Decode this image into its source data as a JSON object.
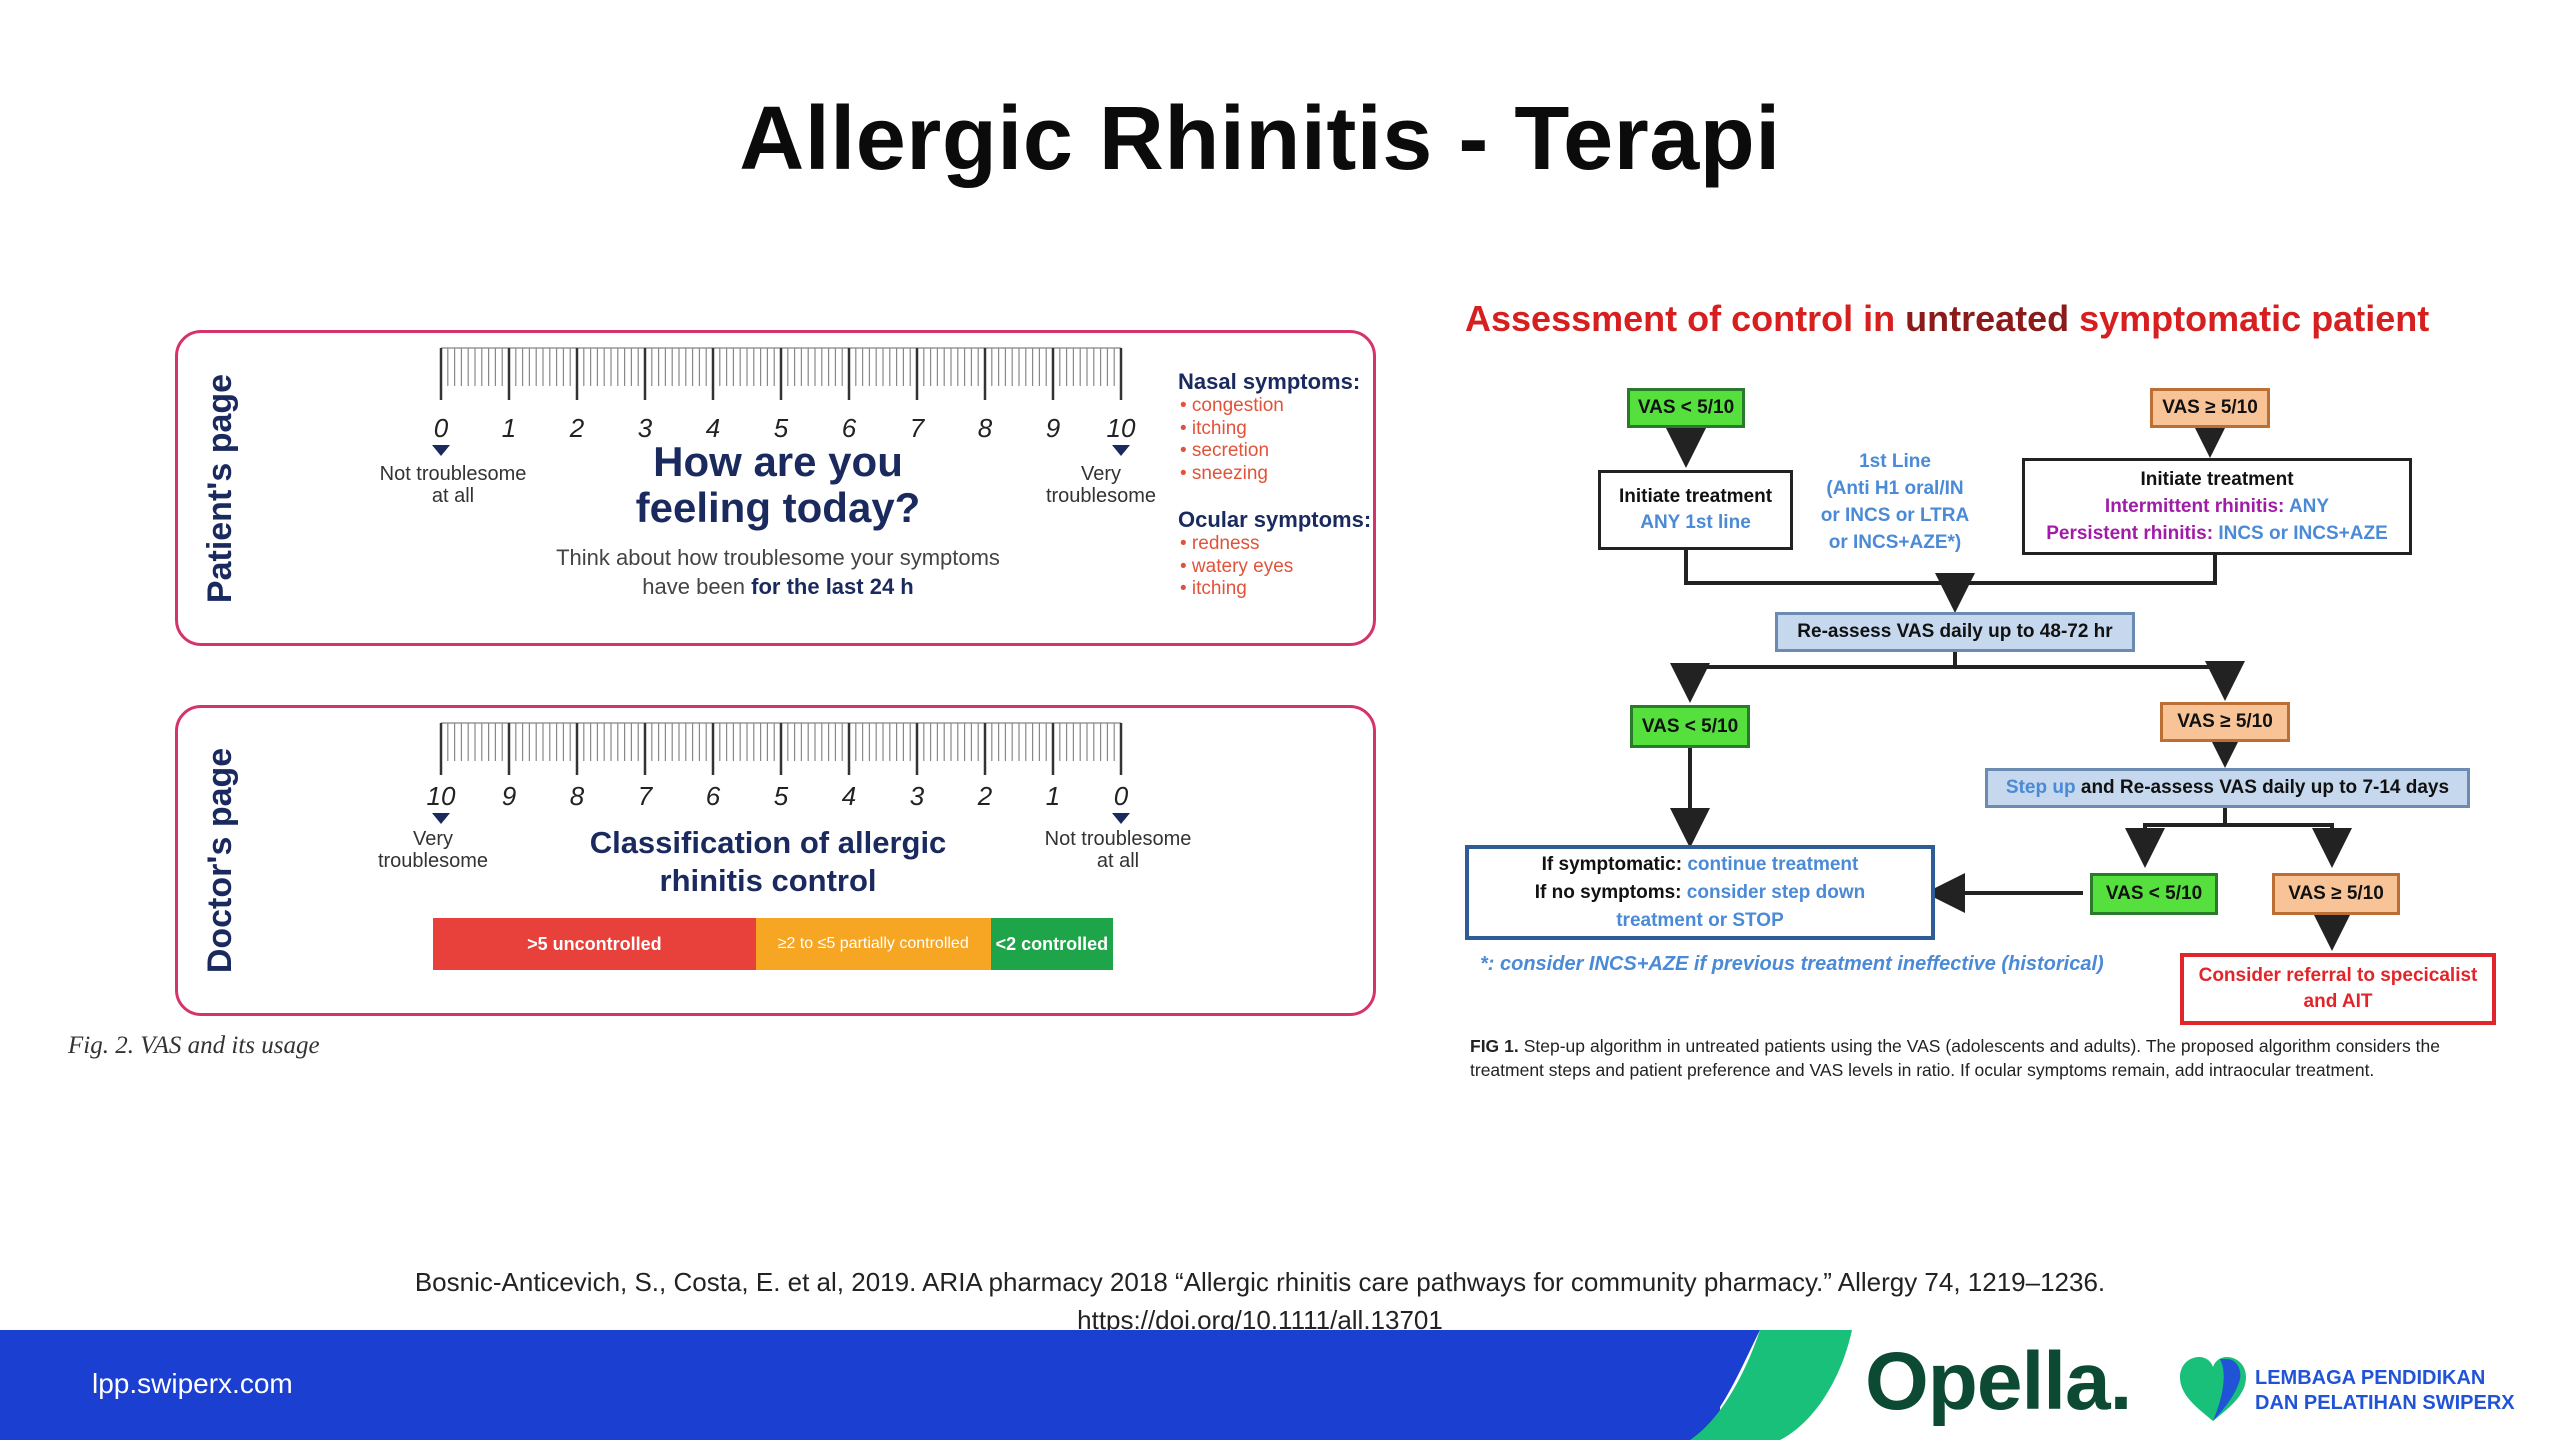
{
  "title": "Allergic Rhinitis - Terapi",
  "patient_card": {
    "side_label": "Patient's page",
    "ticks": [
      "0",
      "1",
      "2",
      "3",
      "4",
      "5",
      "6",
      "7",
      "8",
      "9",
      "10"
    ],
    "left_anchor": "Not troublesome\nat all",
    "right_anchor": "Very\ntroublesome",
    "question_line1": "How are you",
    "question_line2": "feeling today?",
    "instruction_line1": "Think about how troublesome your symptoms",
    "instruction_line2_plain": "have been ",
    "instruction_line2_bold": "for the last 24 h",
    "nasal_heading": "Nasal symptoms:",
    "nasal_items": [
      "congestion",
      "itching",
      "secretion",
      "sneezing"
    ],
    "ocular_heading": "Ocular symptoms:",
    "ocular_items": [
      "redness",
      "watery eyes",
      "itching"
    ]
  },
  "doctor_card": {
    "side_label": "Doctor's page",
    "ticks": [
      "10",
      "9",
      "8",
      "7",
      "6",
      "5",
      "4",
      "3",
      "2",
      "1",
      "0"
    ],
    "left_anchor": "Very\ntroublesome",
    "right_anchor": "Not troublesome\nat all",
    "heading_line1": "Classification of allergic",
    "heading_line2": "rhinitis control",
    "control_bar": [
      {
        "label": ">5 uncontrolled",
        "color": "#e8403a"
      },
      {
        "label": "≥2 to ≤5 partially controlled",
        "color": "#f6a623"
      },
      {
        "label": "<2 controlled",
        "color": "#1ea54a"
      }
    ]
  },
  "fig2_caption": "Fig. 2. VAS and its usage",
  "flowchart": {
    "title_prefix": "Assessment of control in ",
    "title_emph": "untreated",
    "title_suffix": " symptomatic patient",
    "vas_lt_top": "VAS < 5/10",
    "vas_ge_top": "VAS ≥ 5/10",
    "init_left_title": "Initiate treatment",
    "init_left_sub": "ANY 1st line",
    "first_line": [
      "1st Line",
      "(Anti H1 oral/IN",
      "or INCS or LTRA",
      "or INCS+AZE*)"
    ],
    "init_right_title": "Initiate treatment",
    "init_right_intermittent_label": "Intermittent rhinitis: ",
    "init_right_intermittent_value": "ANY",
    "init_right_persistent_label": "Persistent rhinitis: ",
    "init_right_persistent_value": "INCS  or INCS+AZE",
    "reassess": "Re-assess VAS daily  up to 48-72 hr",
    "vas_lt_mid": "VAS < 5/10",
    "vas_ge_mid": "VAS ≥ 5/10",
    "stepup_blue": "Step up",
    "stepup_rest": " and Re-assess VAS daily up to 7-14 days",
    "if_sym_label": "If symptomatic: ",
    "if_sym_value": "continue treatment",
    "if_nosym_label": "If no symptoms: ",
    "if_nosym_value": "consider step down",
    "if_nosym_value2": "treatment or STOP",
    "vas_lt_low": "VAS < 5/10",
    "vas_ge_low": "VAS ≥ 5/10",
    "referral_line1": "Consider referral to specicalist",
    "referral_line2": "and AIT",
    "note": "*: consider INCS+AZE if previous treatment ineffective (historical)",
    "caption_bold": "FIG 1.",
    "caption_text": " Step-up algorithm in untreated patients using the VAS (adolescents and adults). The proposed algorithm considers the treatment steps and patient preference and VAS levels in ratio. If ocular symptoms remain, add intraocular treatment."
  },
  "citation_line1": "Bosnic-Anticevich, S., Costa, E. et al, 2019. ARIA pharmacy 2018 “Allergic rhinitis care pathways for community pharmacy.” Allergy 74, 1219–1236.",
  "citation_line2": "https://doi.org/10.1111/all.13701",
  "footer": {
    "url": "lpp.swiperx.com",
    "brand": "Opella.",
    "lpp_line1": "LEMBAGA PENDIDIKAN",
    "lpp_line2": "DAN PELATIHAN SWIPERX",
    "band_color": "#1a3fd1",
    "accent_color": "#18c07a"
  }
}
